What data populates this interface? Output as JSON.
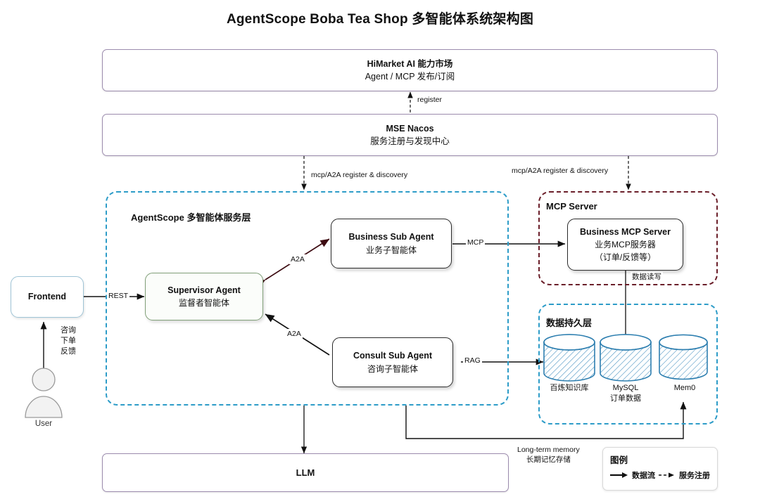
{
  "title": "AgentScope Boba Tea Shop 多智能体系统架构图",
  "top_bars": {
    "himarket": {
      "line1": "HiMarket AI 能力市场",
      "line2": "Agent / MCP 发布/订阅"
    },
    "nacos": {
      "line1": "MSE Nacos",
      "line2": "服务注册与发现中心"
    },
    "llm": {
      "label": "LLM"
    }
  },
  "groups": {
    "agentscope": {
      "label": "AgentScope 多智能体服务层"
    },
    "mcp_server": {
      "label": "MCP Server"
    },
    "data_layer": {
      "label": "数据持久层"
    }
  },
  "nodes": {
    "frontend": {
      "label": "Frontend"
    },
    "user": {
      "label": "User"
    },
    "supervisor": {
      "en": "Supervisor Agent",
      "cn": "监督者智能体"
    },
    "business_sub": {
      "en": "Business Sub Agent",
      "cn": "业务子智能体"
    },
    "consult_sub": {
      "en": "Consult Sub Agent",
      "cn": "咨询子智能体"
    },
    "business_mcp": {
      "en": "Business MCP Server",
      "cn": "业务MCP服务器",
      "cn2": "（订单/反馈等）"
    }
  },
  "stores": [
    {
      "name": "百炼知识库",
      "name2": ""
    },
    {
      "name": "MySQL",
      "name2": "订单数据"
    },
    {
      "name": "Mem0",
      "name2": ""
    }
  ],
  "edges": {
    "register": "register",
    "register_discovery_left": "mcp/A2A register & discovery",
    "register_discovery_right": "mcp/A2A register & discovery",
    "rest": "REST",
    "user_to_frontend": "咨询\n下单\n反馈",
    "user_to_frontend_l1": "咨询",
    "user_to_frontend_l2": "下单",
    "user_to_frontend_l3": "反馈",
    "a2a_business": "A2A",
    "a2a_consult": "A2A",
    "mcp": "MCP",
    "rag": "RAG",
    "data_rw": "数据读写",
    "longterm_l1": "Long-term memory",
    "longterm_l2": "长期记忆存储"
  },
  "legend": {
    "title": "图例",
    "items": [
      {
        "label": "数据流",
        "kind": "solid-arrow"
      },
      {
        "label": "服务注册",
        "kind": "dashed-arrow"
      }
    ]
  },
  "colors": {
    "bar_border": "#9c8cae",
    "agentscope_dash": "#2d9cc8",
    "mcp_dash": "#6b1f2a",
    "supervisor_border": "#7f9e77",
    "frontend_border": "#9fc4d6",
    "a2a_arrow": "#3d0c12",
    "cylinder": "#2e7fb0"
  }
}
